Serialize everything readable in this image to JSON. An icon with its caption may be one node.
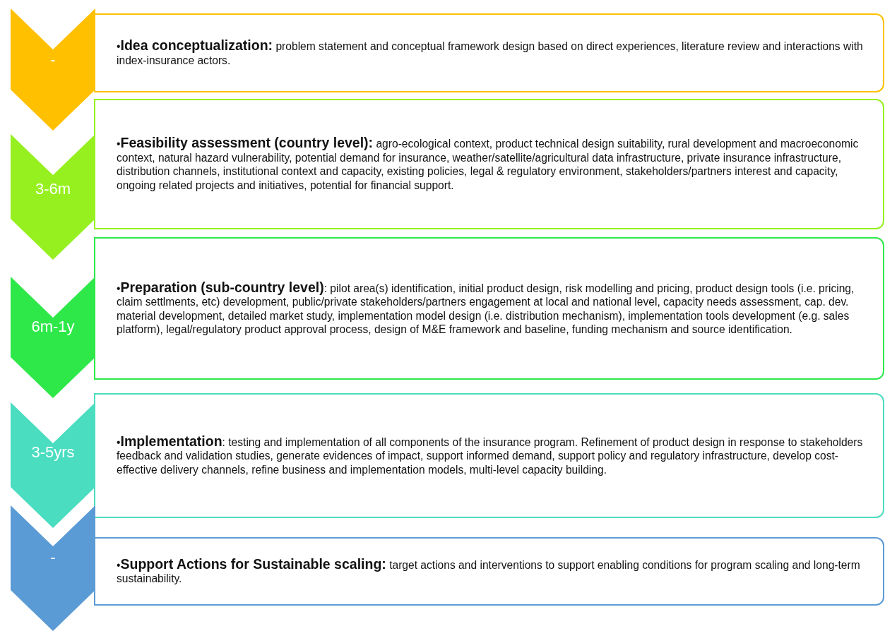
{
  "diagram": {
    "nodes": [
      {
        "text": [
          "-"
        ]
      },
      {
        "text": [
          "•**Idea conceptualization:** problem statement and conceptual framework design based on direct experiences, literature review and interactions with index-insurance actors."
        ]
      },
      {
        "text": [
          "3-6m"
        ]
      },
      {
        "text": [
          "•**Feasibility assessment (country level):** agro-ecological context, product technical design suitability, rural development and macroeconomic context, natural hazard vulnerability, potential demand for insurance, weather/satellite/agricultural data infrastructure, private insurance infrastructure, distribution channels, institutional context and capacity, existing policies, legal & regulatory environment, stakeholders/partners interest and capacity, ongoing related projects and initiatives, potential for financial support."
        ]
      },
      {
        "text": [
          "6m-1y"
        ]
      },
      {
        "text": [
          "•**Preparation (sub-country level)**: pilot area(s) identification, initial product design, risk modelling and pricing, product design tools (i.e. pricing, claim settlments, etc) development, public/private stakeholders/partners engagement at local and national level, capacity needs assessment, cap. dev. material development, detailed market study, implementation model design (i.e. distribution mechanism), implementation tools development (e.g. sales platform), legal/regulatory product approval process, design of M&E framework and baseline, funding mechanism and source identification."
        ]
      },
      {
        "text": [
          "3-5yrs"
        ]
      },
      {
        "text": [
          "•**Implementation**: testing and implementation of all components of the insurance program. Refinement of product design in response to stakeholders feedback and validation studies, generate evidences of impact, support informed demand, support policy and regulatory infrastructure, develop cost-effective delivery channels, refine business and implementation models, multi-level capacity building."
        ]
      },
      {
        "text": [
          "-"
        ]
      },
      {
        "text": [
          "•**Support Actions for Sustainable scaling:** target actions and interventions to support enabling conditions for program scaling and long-term sustainability."
        ]
      }
    ]
  }
}
